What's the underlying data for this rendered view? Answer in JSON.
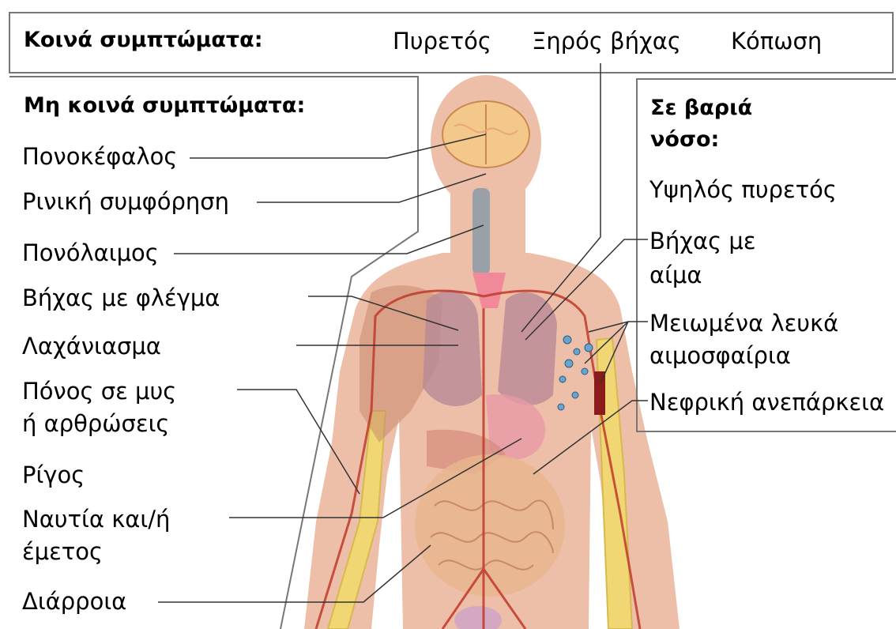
{
  "common": {
    "title": "Κοινά συμπτώματα:",
    "items": [
      "Πυρετός",
      "Ξηρός βήχας",
      "Κόπωση"
    ]
  },
  "uncommon": {
    "title": "Μη κοινά συμπτώματα:",
    "items": [
      "Πονοκέφαλος",
      "Ρινική συμφόρηση",
      "Πονόλαιμος",
      "Βήχας με φλέγμα",
      "Λαχάνιασμα",
      "Πόνος σε μυς",
      "ή αρθρώσεις",
      "Ρίγος",
      "Ναυτία και/ή",
      "έμετος",
      "Διάρροια"
    ]
  },
  "severe": {
    "title_line1": "Σε βαριά",
    "title_line2": "νόσο:",
    "items": [
      "Υψηλός πυρετός",
      "Βήχας με",
      "αίμα",
      "Μειωμένα λευκά",
      "αιμοσφαίρια",
      "Νεφρική ανεπάρκεια"
    ]
  },
  "colors": {
    "body": "#eebfa8",
    "brain": "#f3c88a",
    "bone": "#f0d774",
    "artery": "#c0392b",
    "lung": "#b98a96",
    "intestine": "#e7b58e",
    "muscle": "#c98a6e",
    "leader": "#333333",
    "border": "#777777"
  }
}
